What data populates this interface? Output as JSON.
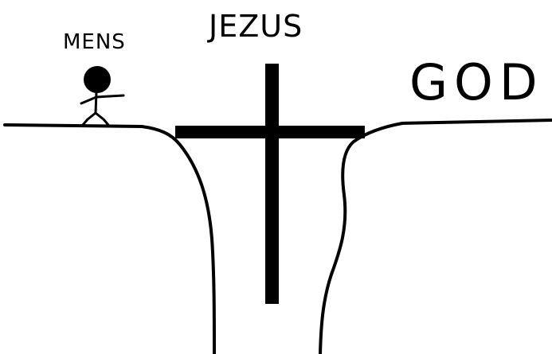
{
  "labels": {
    "human": "MENS",
    "jesus": "JEZUS",
    "god": "GOD"
  },
  "colors": {
    "ink": "#000000",
    "background": "#ffffff"
  }
}
